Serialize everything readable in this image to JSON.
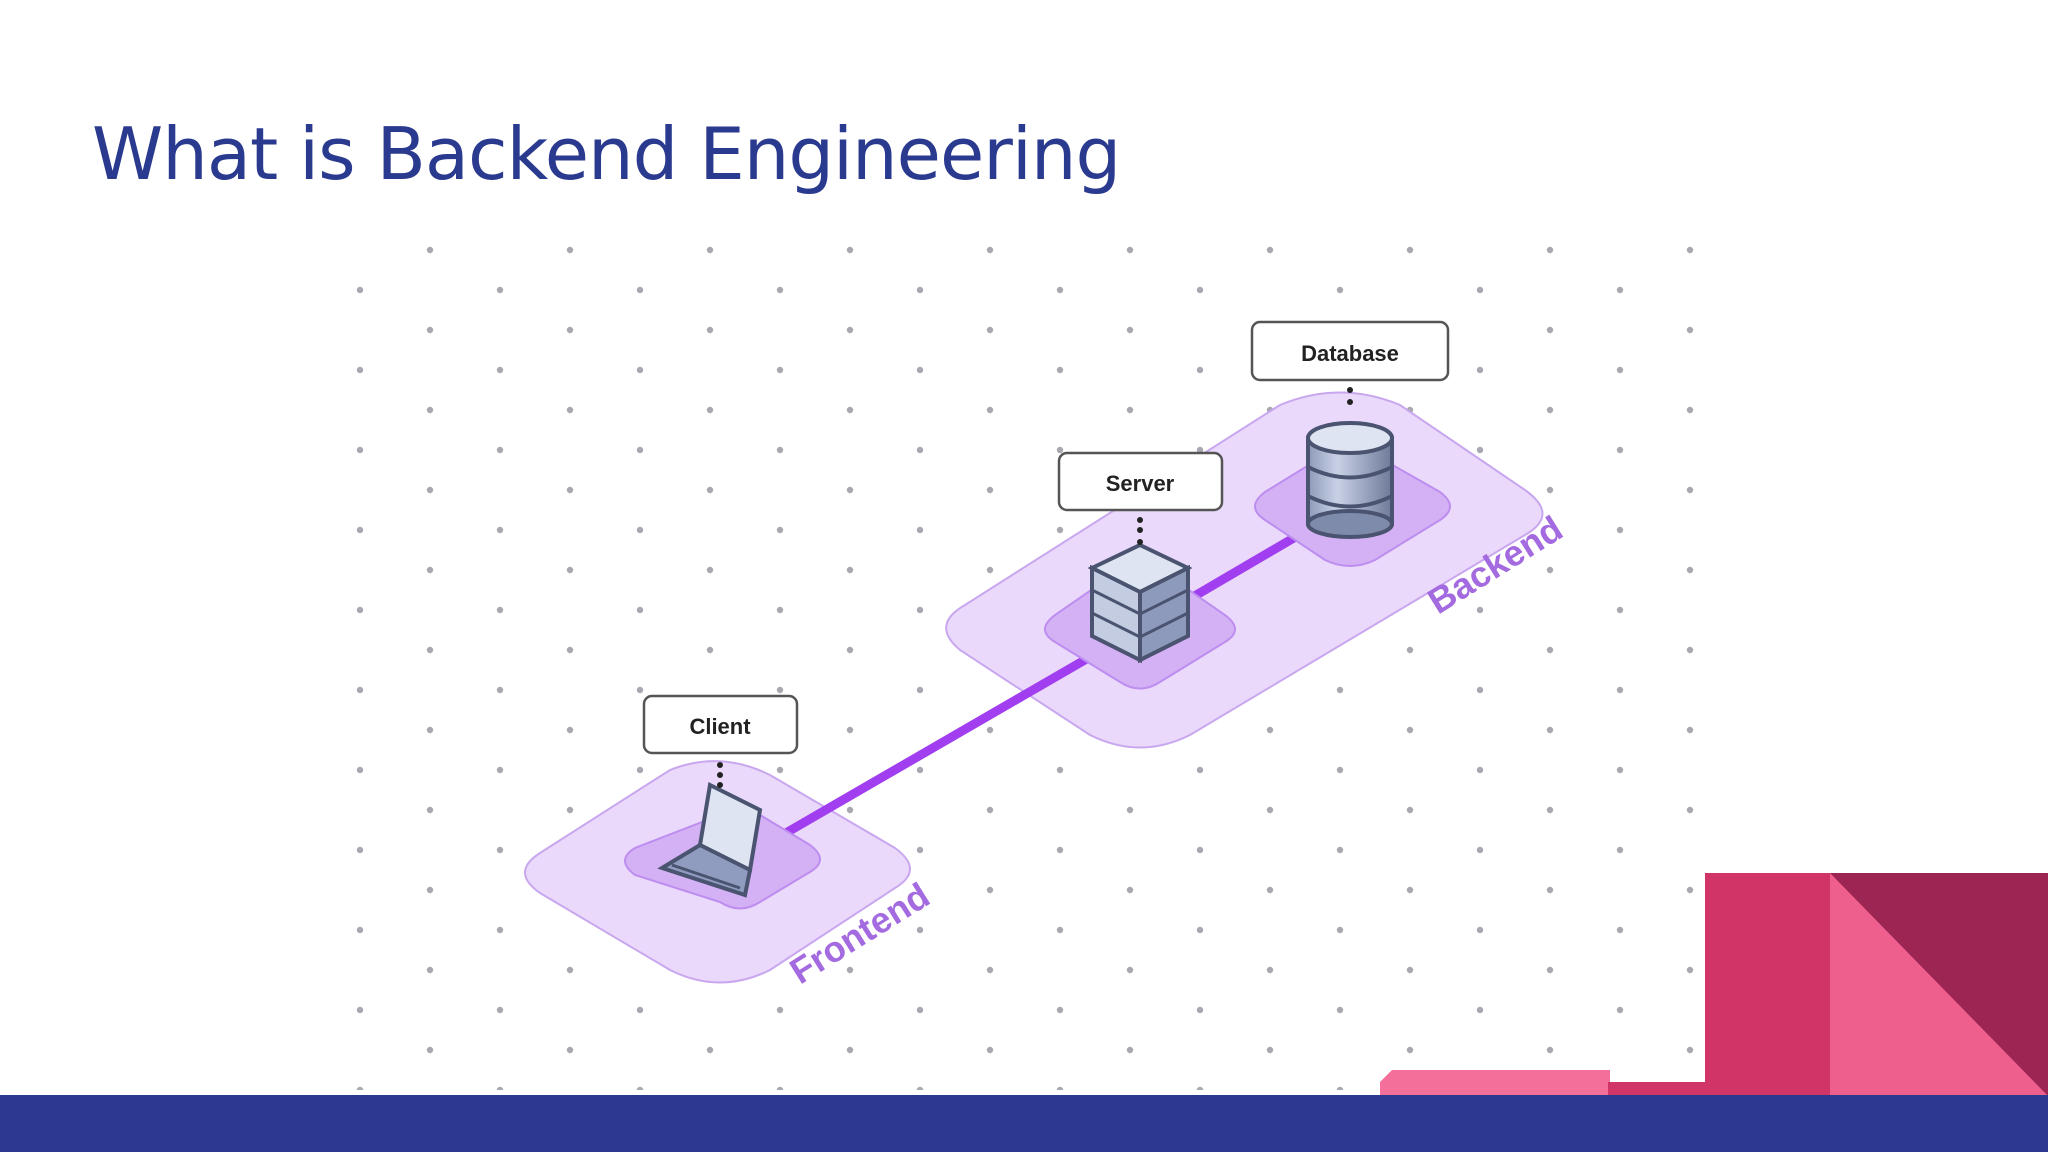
{
  "slide": {
    "title": "What is Backend Engineering"
  },
  "diagram": {
    "nodes": {
      "client": "Client",
      "server": "Server",
      "database": "Database"
    },
    "zones": {
      "frontend": "Frontend",
      "backend": "Backend"
    },
    "colors": {
      "zone_fill": "#ead9fb",
      "zone_stroke": "#c9a7ef",
      "pad_fill": "#d4b0f5",
      "link": "#a03ef0",
      "zone_label": "#a46be0",
      "title": "#2a3a8f",
      "footer": "#2b3990"
    }
  },
  "decor": {
    "colors": [
      "#d13567",
      "#9c2553",
      "#ef5f8d",
      "#f4709a"
    ]
  }
}
